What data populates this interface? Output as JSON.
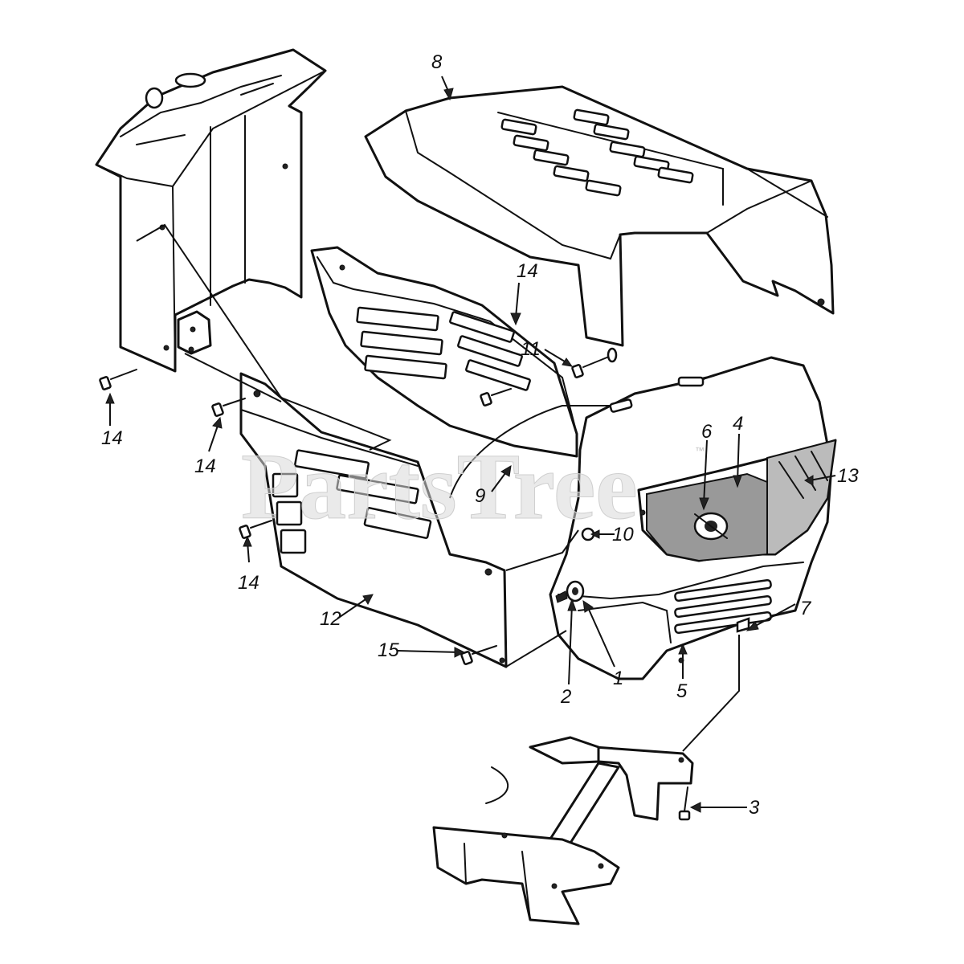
{
  "watermark": {
    "text": "PartsTree",
    "mark": "™"
  },
  "callouts": [
    {
      "id": "c1",
      "label": "1"
    },
    {
      "id": "c2",
      "label": "2"
    },
    {
      "id": "c3",
      "label": "3"
    },
    {
      "id": "c4",
      "label": "4"
    },
    {
      "id": "c5",
      "label": "5"
    },
    {
      "id": "c6",
      "label": "6"
    },
    {
      "id": "c7",
      "label": "7"
    },
    {
      "id": "c8",
      "label": "8"
    },
    {
      "id": "c9",
      "label": "9"
    },
    {
      "id": "c10",
      "label": "10"
    },
    {
      "id": "c11",
      "label": "11"
    },
    {
      "id": "c12",
      "label": "12"
    },
    {
      "id": "c13",
      "label": "13"
    },
    {
      "id": "c14a",
      "label": "14"
    },
    {
      "id": "c14b",
      "label": "14"
    },
    {
      "id": "c14c",
      "label": "14"
    },
    {
      "id": "c14d",
      "label": "14"
    },
    {
      "id": "c15",
      "label": "15"
    }
  ]
}
